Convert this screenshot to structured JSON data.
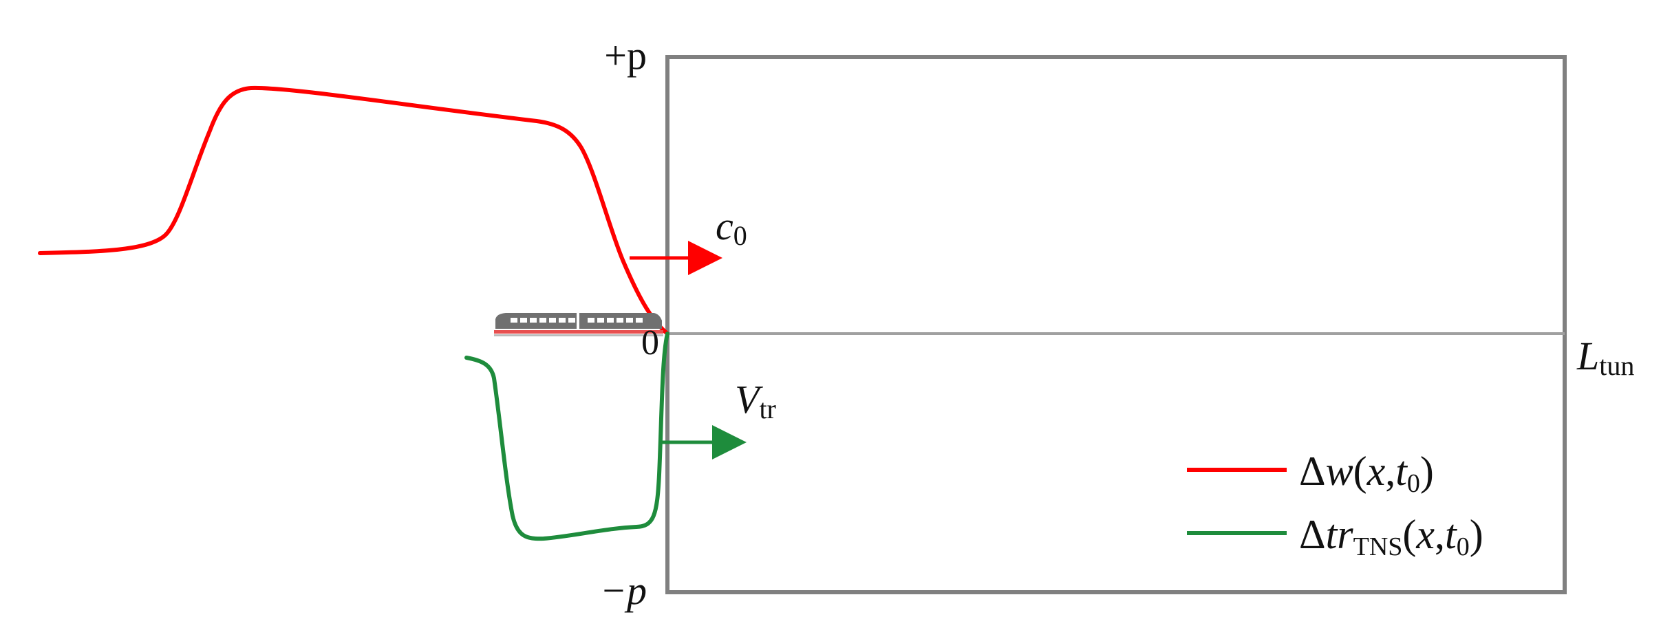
{
  "labels": {
    "y_top": "+p",
    "y_bottom": "−p",
    "origin": "0",
    "x_end_main": "L",
    "x_end_sub": "tun",
    "wave_speed_main": "c",
    "wave_speed_sub": "0",
    "train_speed_main": "V",
    "train_speed_sub": "tr"
  },
  "legend": {
    "items": [
      {
        "parts": [
          "Δ",
          "w",
          "(",
          "x",
          ",",
          "t",
          "0",
          ")"
        ],
        "color": "#ff0000"
      },
      {
        "parts": [
          "Δ",
          "tr",
          "TNS",
          "(",
          "x",
          ",",
          "t",
          "0",
          ")"
        ],
        "color": "#1e8c3c"
      }
    ]
  },
  "colors": {
    "frame": "#808080",
    "axis": "#a0a0a0",
    "pressure_wave": "#ff0000",
    "train_signal": "#1e8c3c",
    "train_body": "#707070",
    "train_stripe": "#e85050"
  },
  "icons": {
    "train": "train-icon"
  }
}
